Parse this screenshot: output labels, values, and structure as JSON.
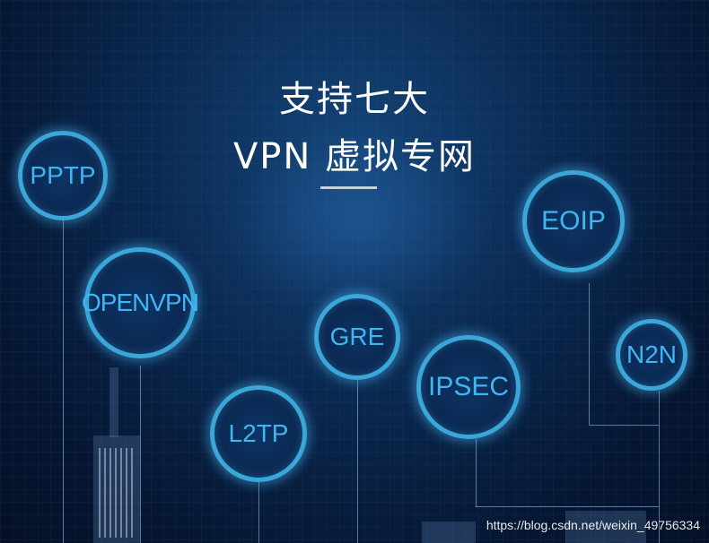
{
  "title": {
    "line1": "支持七大",
    "line2": "VPN 虚拟专网"
  },
  "protocols": [
    "PPTP",
    "OPENVPN",
    "L2TP",
    "GRE",
    "IPSEC",
    "EOIP",
    "N2N"
  ],
  "watermark": "https://blog.csdn.net/weixin_49756334"
}
